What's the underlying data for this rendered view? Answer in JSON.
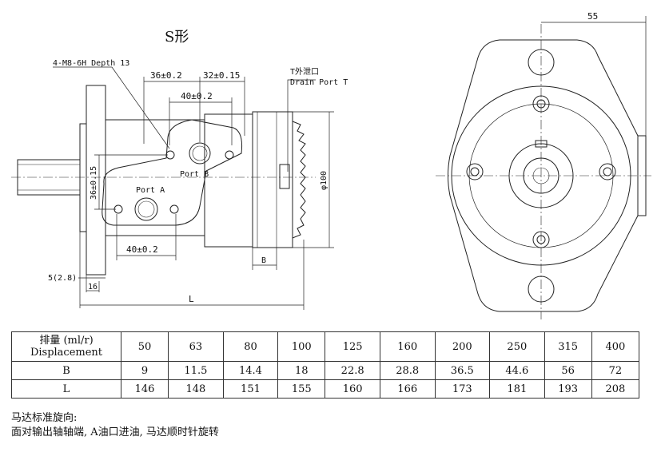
{
  "drawing": {
    "title": "S形",
    "left_view": {
      "thread_label": "4-M8-6H Depth 13",
      "dim_36": "36±0.2",
      "dim_32": "32±0.15",
      "dim_40_top": "40±0.2",
      "dim_40_bottom": "40±0.2",
      "dim_36_vert": "36±0.15",
      "port_a": "Port A",
      "port_b": "Port B",
      "drain_cn": "T外泄口",
      "drain_en": "Drain Port T",
      "dia_100": "φ100",
      "dim_b": "B",
      "dim_5": "5(2.8)",
      "dim_16": "16",
      "dim_l": "L"
    },
    "right_view": {
      "dim_55": "55"
    }
  },
  "table": {
    "header_cn": "排量 (ml/r)",
    "header_en": "Displacement",
    "displacements": [
      "50",
      "63",
      "80",
      "100",
      "125",
      "160",
      "200",
      "250",
      "315",
      "400"
    ],
    "rows": [
      {
        "label": "B",
        "values": [
          "9",
          "11.5",
          "14.4",
          "18",
          "22.8",
          "28.8",
          "36.5",
          "44.6",
          "56",
          "72"
        ]
      },
      {
        "label": "L",
        "values": [
          "146",
          "148",
          "151",
          "155",
          "160",
          "166",
          "173",
          "181",
          "193",
          "208"
        ]
      }
    ]
  },
  "note": {
    "line1": "马达标准旋向:",
    "line2": "面对输出轴轴端, A油口进油, 马达顺时针旋转"
  }
}
